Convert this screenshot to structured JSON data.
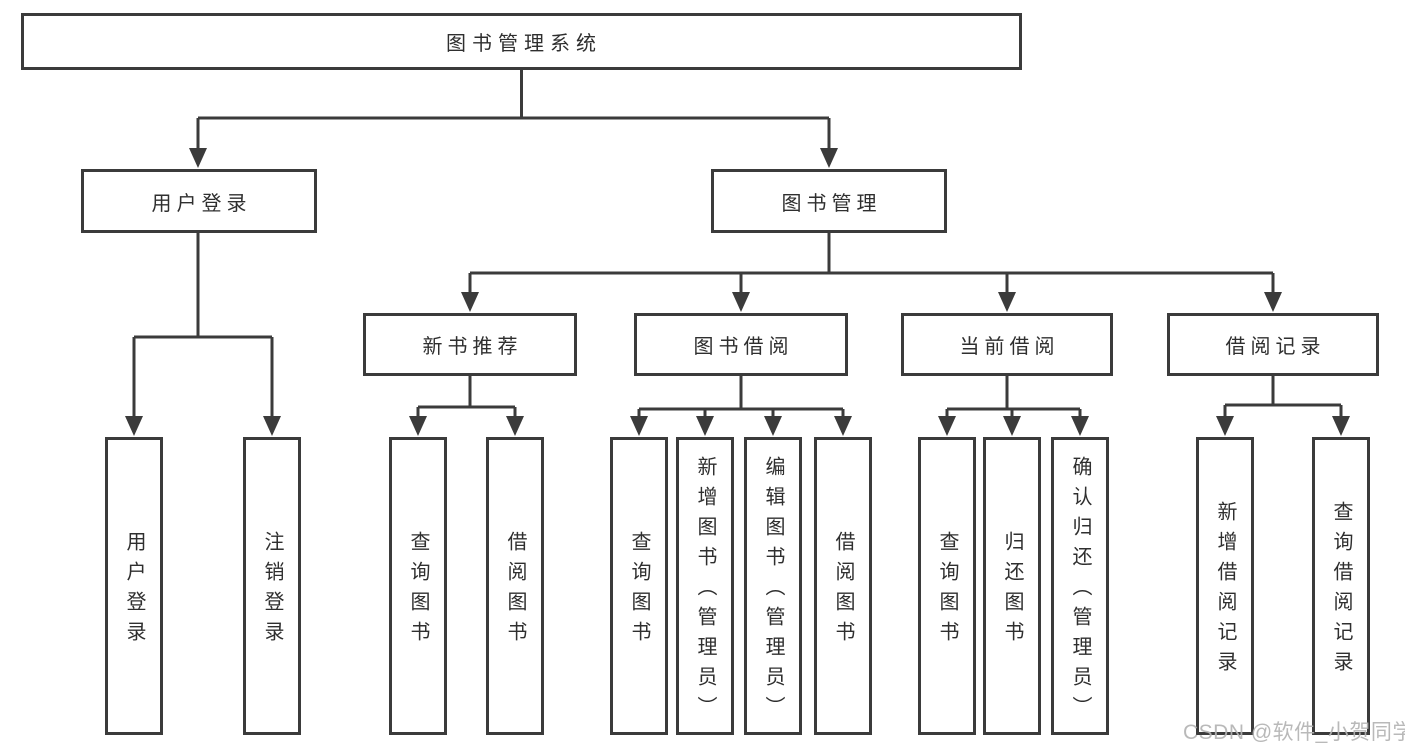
{
  "tree": {
    "root": {
      "label": "图书管理系统"
    },
    "children": [
      {
        "label": "用户登录",
        "children": [
          {
            "label": "用户登录"
          },
          {
            "label": "注销登录"
          }
        ]
      },
      {
        "label": "图书管理",
        "children": [
          {
            "label": "新书推荐",
            "children": [
              {
                "label": "查询图书"
              },
              {
                "label": "借阅图书"
              }
            ]
          },
          {
            "label": "图书借阅",
            "children": [
              {
                "label": "查询图书"
              },
              {
                "label": "新增图书（管理员）"
              },
              {
                "label": "编辑图书（管理员）"
              },
              {
                "label": "借阅图书"
              }
            ]
          },
          {
            "label": "当前借阅",
            "children": [
              {
                "label": "查询图书"
              },
              {
                "label": "归还图书"
              },
              {
                "label": "确认归还（管理员）"
              }
            ]
          },
          {
            "label": "借阅记录",
            "children": [
              {
                "label": "新增借阅记录"
              },
              {
                "label": "查询借阅记录"
              }
            ]
          }
        ]
      }
    ]
  },
  "watermark": "CSDN @软件_小贺同学",
  "colors": {
    "line": "#3b3b3b",
    "text": "#2f2f2f",
    "watermark": "#b4b4b4",
    "background": "#ffffff"
  }
}
